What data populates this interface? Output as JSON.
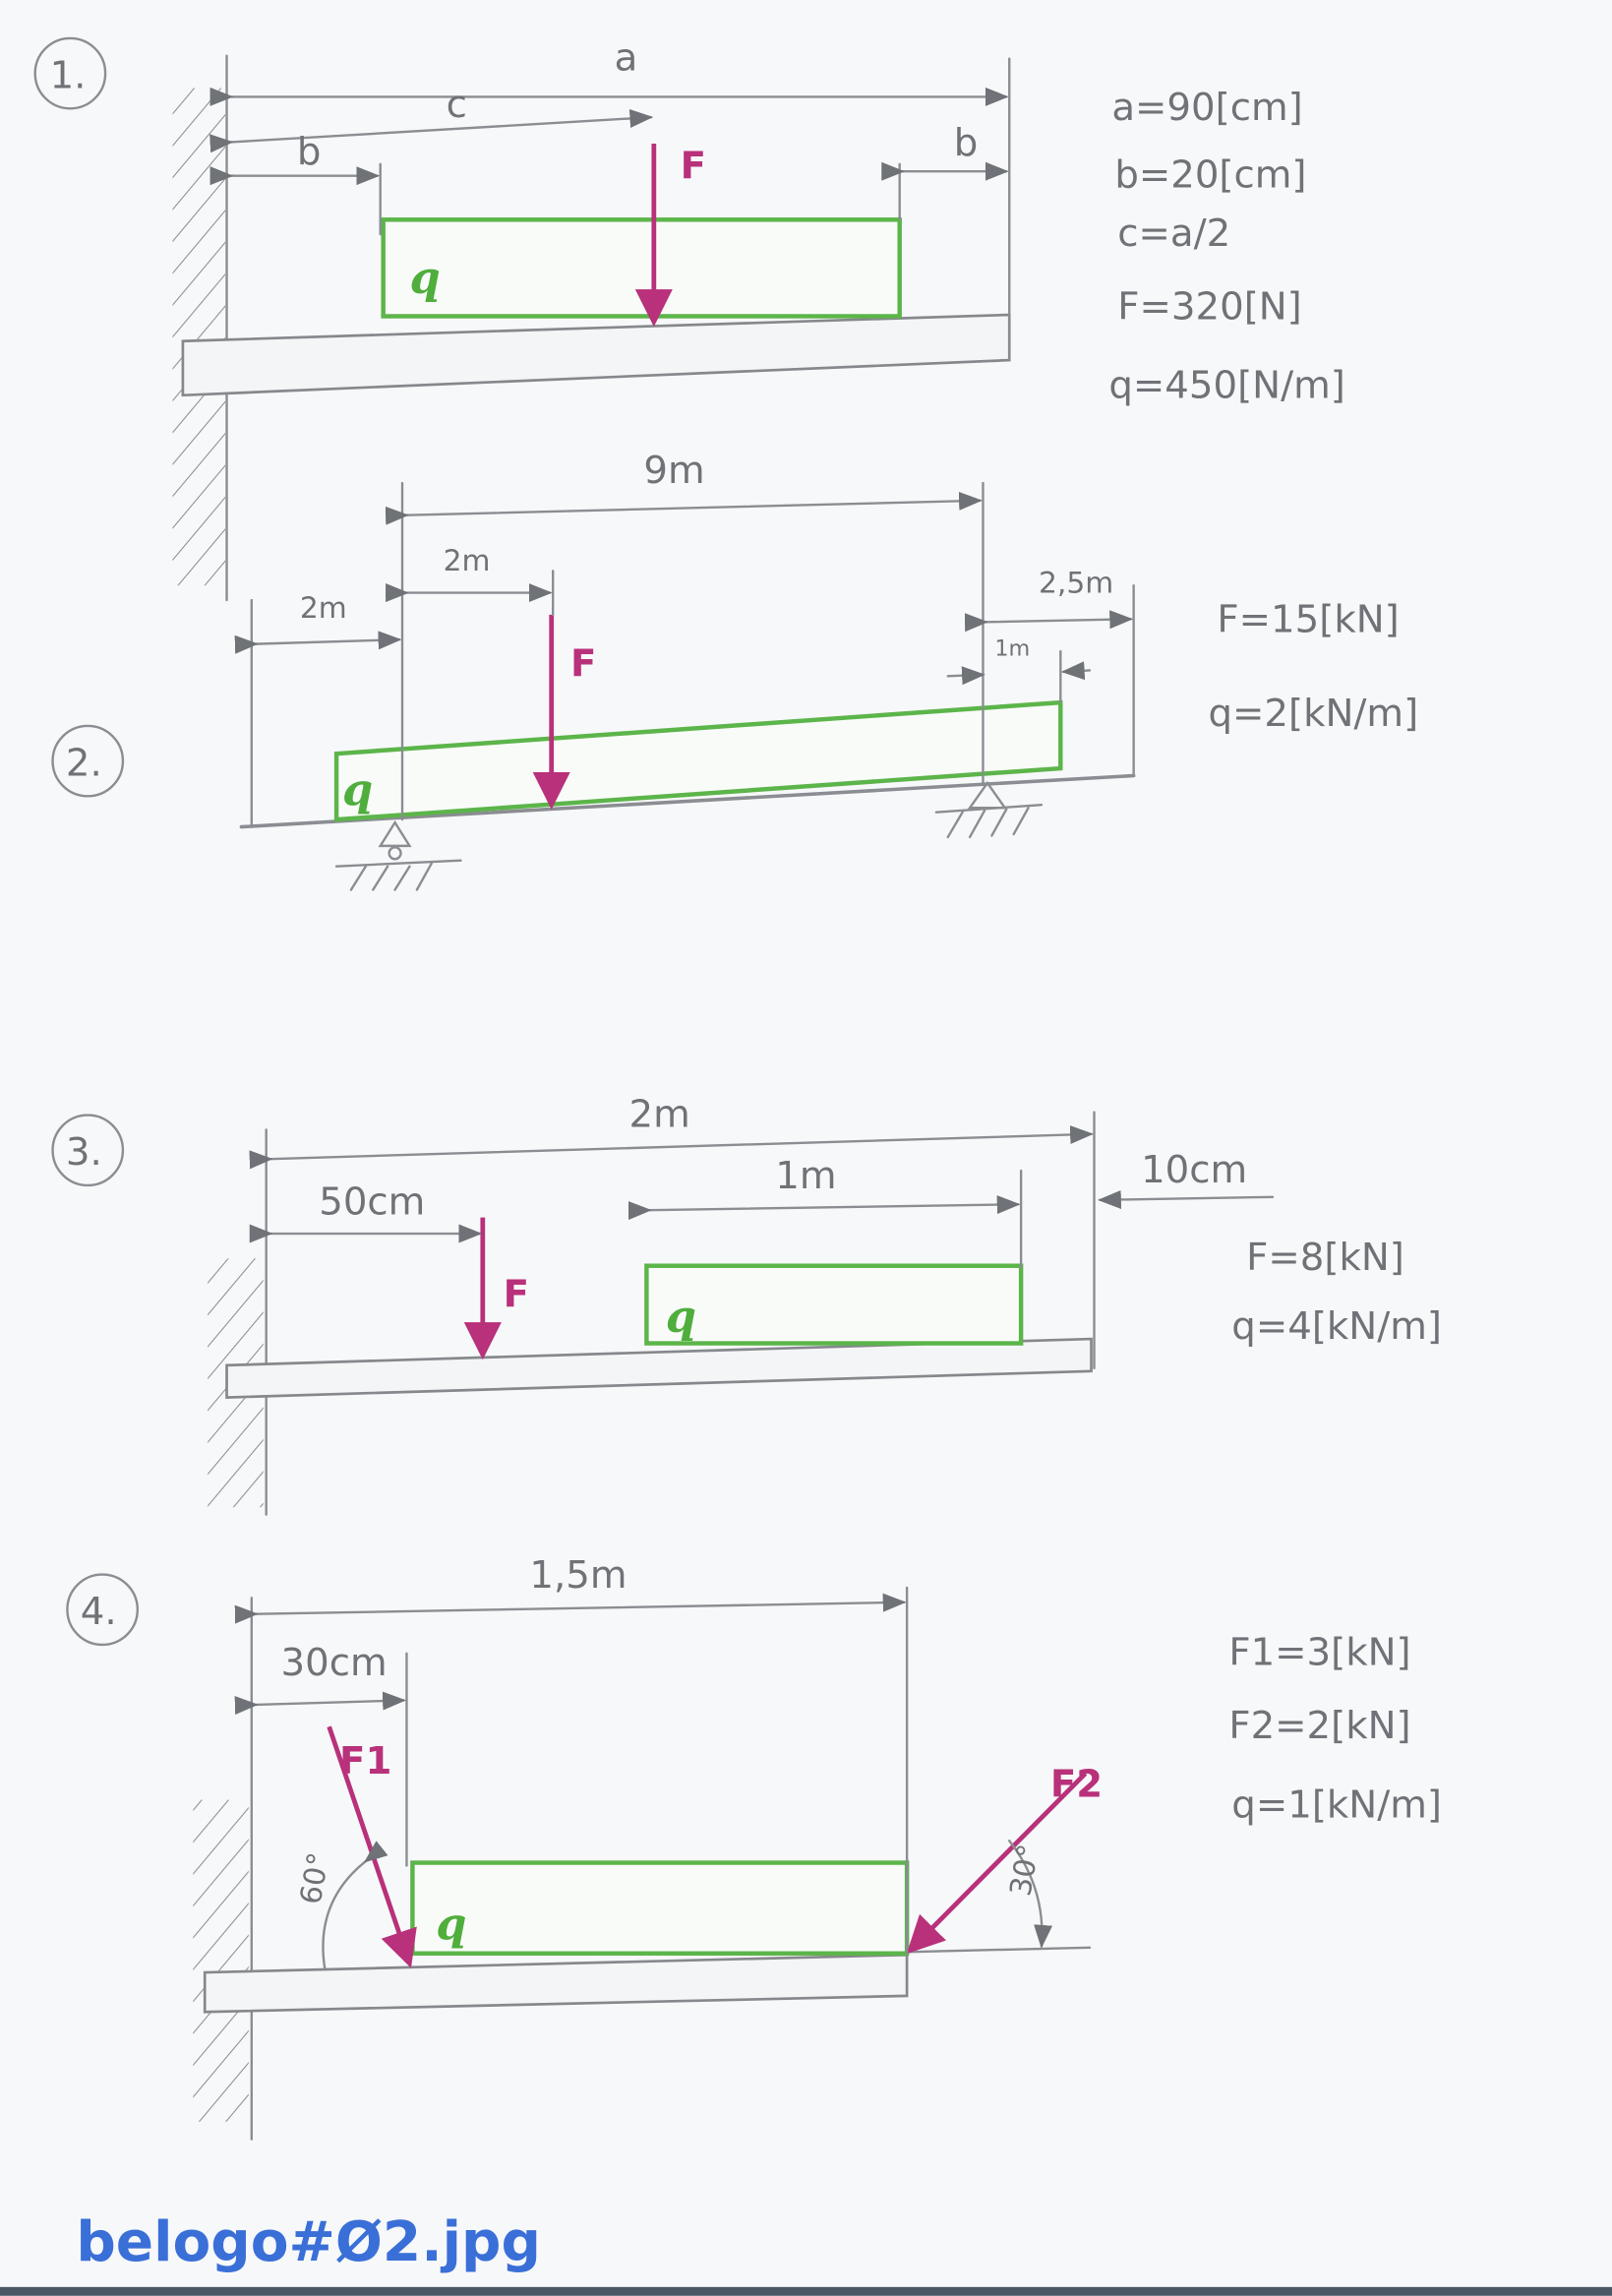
{
  "problems": [
    {
      "number": "1.",
      "dims": {
        "a": "a",
        "c": "c",
        "b_left": "b",
        "b_right": "b"
      },
      "labels": {
        "force": "F",
        "load": "q"
      },
      "params": [
        "a=90[cm]",
        "b=20[cm]",
        "c=a/2",
        "F=320[N]",
        "q=450[N/m]"
      ]
    },
    {
      "number": "2.",
      "dims": {
        "total": "9m",
        "f_offset": "2m",
        "overhang": "2m",
        "right": "2,5m",
        "load_end": "1m"
      },
      "labels": {
        "force": "F",
        "load": "q"
      },
      "params": [
        "F=15[kN]",
        "q=2[kN/m]"
      ]
    },
    {
      "number": "3.",
      "dims": {
        "total": "2m",
        "f_pos": "50cm",
        "load_len": "1m",
        "gap": "10cm"
      },
      "labels": {
        "force": "F",
        "load": "q"
      },
      "params": [
        "F=8[kN]",
        "q=4[kN/m]"
      ]
    },
    {
      "number": "4.",
      "dims": {
        "total": "1,5m",
        "offset": "30cm",
        "angle1": "60°",
        "angle2": "30°"
      },
      "labels": {
        "force1": "F1",
        "force2": "F2",
        "load": "q"
      },
      "params": [
        "F1=3[kN]",
        "F2=2[kN]",
        "q=1[kN/m]"
      ]
    }
  ],
  "caption": "belogo#Ø2.jpg",
  "colors": {
    "pencil": "#8a8d91",
    "force": "#b8317a",
    "load": "#5cb54a",
    "caption": "#3a6fd8"
  }
}
